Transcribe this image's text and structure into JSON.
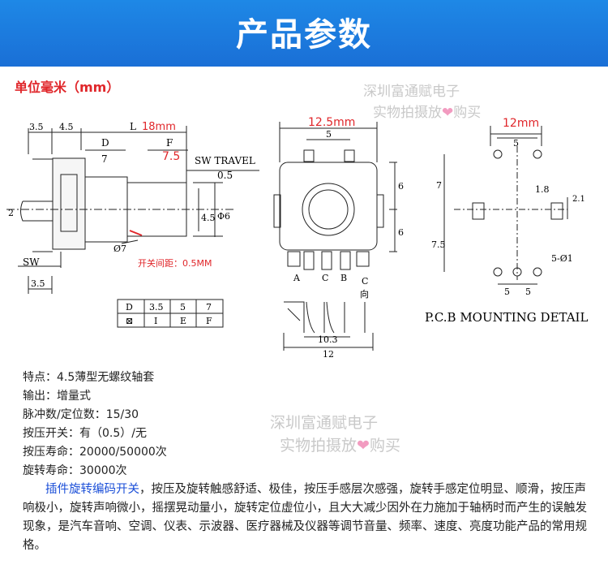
{
  "title": "产品参数",
  "unit_note": "单位毫米（mm）",
  "watermark": {
    "line1": "深圳富通赋电子",
    "line2_pre": "实物拍摄放",
    "heart": "❤",
    "line2_post": "购买"
  },
  "drawing": {
    "side_dims": {
      "d35_top": "3.5",
      "d45": "4.5",
      "L": "L",
      "L_red": "18mm",
      "D": "D",
      "D_val": "7",
      "F": "F",
      "F_red": "7.5",
      "sw_travel": "SW TRAVEL",
      "sw_val": "0.5",
      "dia2": "2",
      "d45_right": "4.5",
      "phi6": "Φ6",
      "phi7": "Ø7",
      "sw_label": "SW",
      "d35_bottom": "3.5",
      "note": "开关间距：0.5MM"
    },
    "table": {
      "headers": [
        "D",
        "3.5",
        "5",
        "7"
      ],
      "row": [
        "⊠",
        "I",
        "E",
        "F"
      ]
    },
    "front_dims": {
      "width_red": "12.5mm",
      "top5": "5",
      "right6a": "6",
      "right6b": "6",
      "pin_A": "A",
      "pin_C": "C",
      "pin_B": "B",
      "c_dir1": "C",
      "c_dir2": "向",
      "d103": "10.3",
      "d12": "12"
    },
    "pcb_dims": {
      "width_red": "12mm",
      "top5": "5",
      "d7": "7",
      "d75": "7.5",
      "d18": "1.8",
      "d21": "2.1",
      "hole": "5-Ø1",
      "b5a": "5",
      "b5b": "5",
      "caption": "P.C.B MOUNTING DETAIL"
    }
  },
  "specs": [
    "特点：4.5薄型无螺纹轴套",
    "输出：增量式",
    "脉冲数/定位数：15/30",
    "按压开关：有（0.5）/无",
    "按压寿命：20000/50000次",
    "旋转寿命：30000次"
  ],
  "description": {
    "link": "插件旋转编码开关",
    "text": "，按压及旋转触感舒适、极佳，按压手感层次感强，旋转手感定位明显、顺滑，按压声响极小，旋转声响微小，摇摆晃动量小，旋转定位虚位小，且大大减少因外在力施加于轴柄时而产生的误触发现象，是汽车音响、空调、仪表、示波器、医疗器械及仪器等调节音量、频率、速度、亮度功能产品的常用规格。"
  }
}
